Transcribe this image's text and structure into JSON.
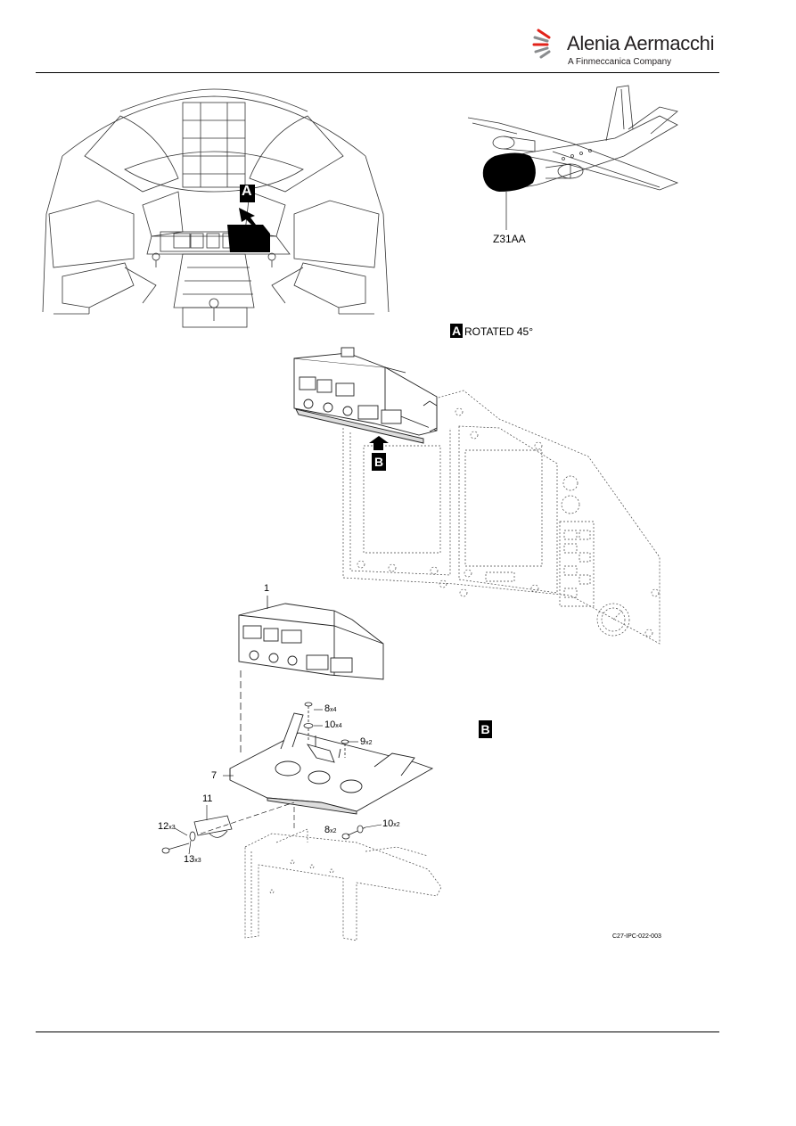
{
  "header": {
    "brand_name": "Alenia Aermacchi",
    "brand_tagline": "A Finmeccanica Company",
    "brand_colors": {
      "mark_red": "#e2231a",
      "mark_grey": "#8a8c8e"
    }
  },
  "views": {
    "view_a_letter": "A",
    "view_a_caption": "ROTATED 45°",
    "view_b_letter": "B",
    "zone_label": "Z31AA"
  },
  "callouts": {
    "item_1": "1",
    "item_7": "7",
    "item_8": "8",
    "item_8_qty": "x4",
    "item_8b": "8",
    "item_8b_qty": "x2",
    "item_9": "9",
    "item_9_qty": "x2",
    "item_10": "10",
    "item_10_qty": "x4",
    "item_10b": "10",
    "item_10b_qty": "x2",
    "item_11": "11",
    "item_12": "12",
    "item_12_qty": "x3",
    "item_13": "13",
    "item_13_qty": "x3"
  },
  "figure_ref": "C27-IPC-022-003"
}
